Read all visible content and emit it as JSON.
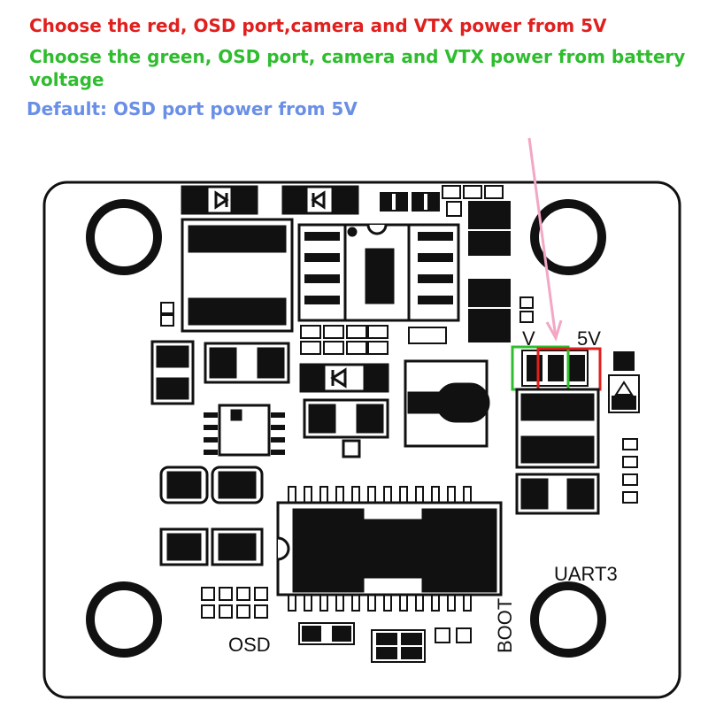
{
  "notes": {
    "red": "Choose the red, OSD port,camera and VTX power from 5V",
    "green": "Choose the green, OSD port, camera and VTX power from battery voltage",
    "blue": "Default: OSD port power from 5V"
  },
  "board": {
    "label_v": "V",
    "label_5v": "5V",
    "label_uart3": "UART3",
    "label_osd": "OSD",
    "label_boot": "BOOT"
  },
  "colors": {
    "red": "#e0201e",
    "green": "#2fbd2f",
    "blue": "#6a8fe6",
    "arrow": "#f2a7c4",
    "silk": "#111111"
  }
}
